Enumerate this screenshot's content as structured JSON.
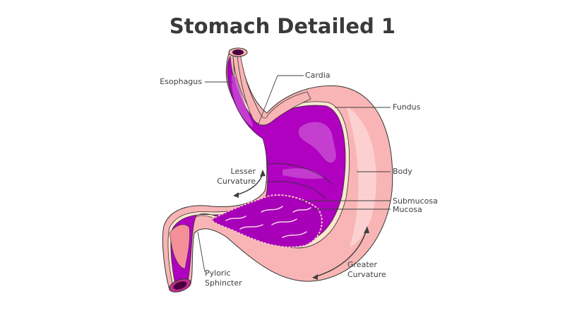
{
  "title": "Stomach Detailed 1",
  "labels": {
    "esophagus": "Esophagus",
    "cardia": "Cardia",
    "fundus": "Fundus",
    "body": "Body",
    "lesser_curvature_1": "Lesser",
    "lesser_curvature_2": "Curvature",
    "submucosa": "Submucosa",
    "mucosa": "Mucosa",
    "pyloric_1": "Pyloric",
    "pyloric_2": "Sphincter",
    "greater_curvature_1": "Greater",
    "greater_curvature_2": "Curvature"
  },
  "colors": {
    "outer_wall": "#f9b5b5",
    "outer_wall_highlight": "#fcd0d0",
    "inner_lining": "#fbe6d0",
    "lumen_purple": "#b000c0",
    "lumen_highlight": "#c84ad2",
    "opening_dark": "#4a0040",
    "text": "#404040",
    "title": "#3a3a3a"
  }
}
